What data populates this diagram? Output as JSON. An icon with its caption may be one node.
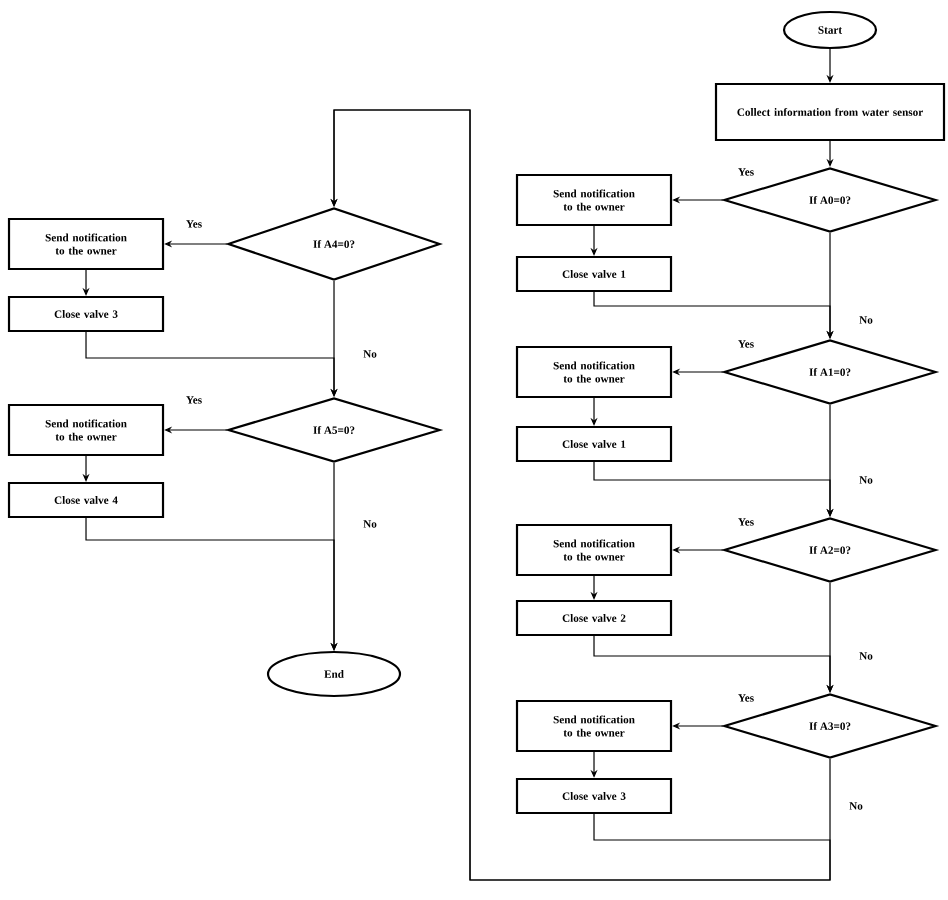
{
  "diagram": {
    "nodes": [
      {
        "text": [
          "Start"
        ]
      },
      {
        "text": [
          "Collect information from water sensor"
        ]
      },
      {
        "text": [
          "If A0=0?"
        ]
      },
      {
        "text": [
          "Send notification to the owner"
        ]
      },
      {
        "text": [
          "Close valve 1"
        ]
      },
      {
        "text": [
          "If A1=0?"
        ]
      },
      {
        "text": [
          "Send notification to the owner"
        ]
      },
      {
        "text": [
          "Close valve 1"
        ]
      },
      {
        "text": [
          "If A2=0?"
        ]
      },
      {
        "text": [
          "Send notification to the owner"
        ]
      },
      {
        "text": [
          "Close valve 2"
        ]
      },
      {
        "text": [
          "If A3=0?"
        ]
      },
      {
        "text": [
          "Send notification to the owner"
        ]
      },
      {
        "text": [
          "Close valve 3"
        ]
      },
      {
        "text": [
          "If A4=0?"
        ]
      },
      {
        "text": [
          "Send notification to the owner"
        ]
      },
      {
        "text": [
          "Close valve 3"
        ]
      },
      {
        "text": [
          "If A5=0?"
        ]
      },
      {
        "text": [
          "Send notification to the owner"
        ]
      },
      {
        "text": [
          "Close valve 4"
        ]
      },
      {
        "text": [
          "End"
        ]
      }
    ],
    "edges": [
      {
        "from": 0,
        "to": 1,
        "arrow": "to"
      },
      {
        "from": 1,
        "to": 2,
        "arrow": "to"
      },
      {
        "from": 2,
        "to": 3,
        "arrow": "to",
        "label": "Yes"
      },
      {
        "from": 3,
        "to": 4,
        "arrow": "to"
      },
      {
        "from": 4,
        "to": 5,
        "arrow": "to"
      },
      {
        "from": 2,
        "to": 5,
        "arrow": "to",
        "label": "No"
      },
      {
        "from": 5,
        "to": 6,
        "arrow": "to",
        "label": "Yes"
      },
      {
        "from": 6,
        "to": 7,
        "arrow": "to"
      },
      {
        "from": 7,
        "to": 8,
        "arrow": "to"
      },
      {
        "from": 5,
        "to": 8,
        "arrow": "to",
        "label": "No"
      },
      {
        "from": 8,
        "to": 9,
        "arrow": "to",
        "label": "Yes"
      },
      {
        "from": 9,
        "to": 10,
        "arrow": "to"
      },
      {
        "from": 10,
        "to": 11,
        "arrow": "to"
      },
      {
        "from": 8,
        "to": 11,
        "arrow": "to",
        "label": "No"
      },
      {
        "from": 11,
        "to": 12,
        "arrow": "to",
        "label": "Yes"
      },
      {
        "from": 12,
        "to": 13,
        "arrow": "to"
      },
      {
        "from": 13,
        "to": 14,
        "arrow": "to"
      },
      {
        "from": 11,
        "to": 14,
        "arrow": "to",
        "label": "No"
      },
      {
        "from": 14,
        "to": 15,
        "arrow": "to",
        "label": "Yes"
      },
      {
        "from": 15,
        "to": 16,
        "arrow": "to"
      },
      {
        "from": 16,
        "to": 17,
        "arrow": "to"
      },
      {
        "from": 14,
        "to": 17,
        "arrow": "to",
        "label": "No"
      },
      {
        "from": 17,
        "to": 18,
        "arrow": "to",
        "label": "Yes"
      },
      {
        "from": 18,
        "to": 19,
        "arrow": "to"
      },
      {
        "from": 19,
        "to": 20,
        "arrow": "to"
      },
      {
        "from": 17,
        "to": 20,
        "arrow": "to",
        "label": "No"
      }
    ]
  }
}
